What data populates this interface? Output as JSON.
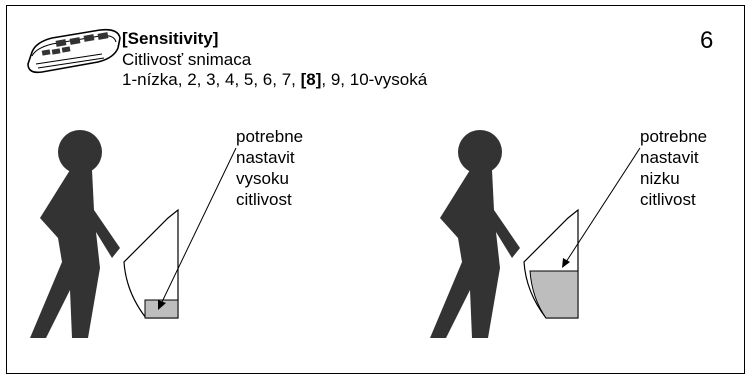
{
  "header": {
    "title": "[Sensitivity]",
    "subtitle": "Citlivosť snimaca",
    "levels_prefix": "1-nízka, 2, 3, 4, 5, 6, 7, ",
    "levels_selected": "[8]",
    "levels_suffix": ", 9, 10-vysoká",
    "page_number": "6",
    "icon": "remote-control-icon"
  },
  "left_scene": {
    "note_lines": [
      "potrebne",
      "nastavit",
      "vysoku",
      "citlivost"
    ],
    "fill_level": 0.15
  },
  "right_scene": {
    "note_lines": [
      "potrebne",
      "nastavit",
      "nizku",
      "citlivost"
    ],
    "fill_level": 0.65
  },
  "colors": {
    "figure": "#333333",
    "liquid": "#bdbdbd",
    "outline": "#000000"
  }
}
